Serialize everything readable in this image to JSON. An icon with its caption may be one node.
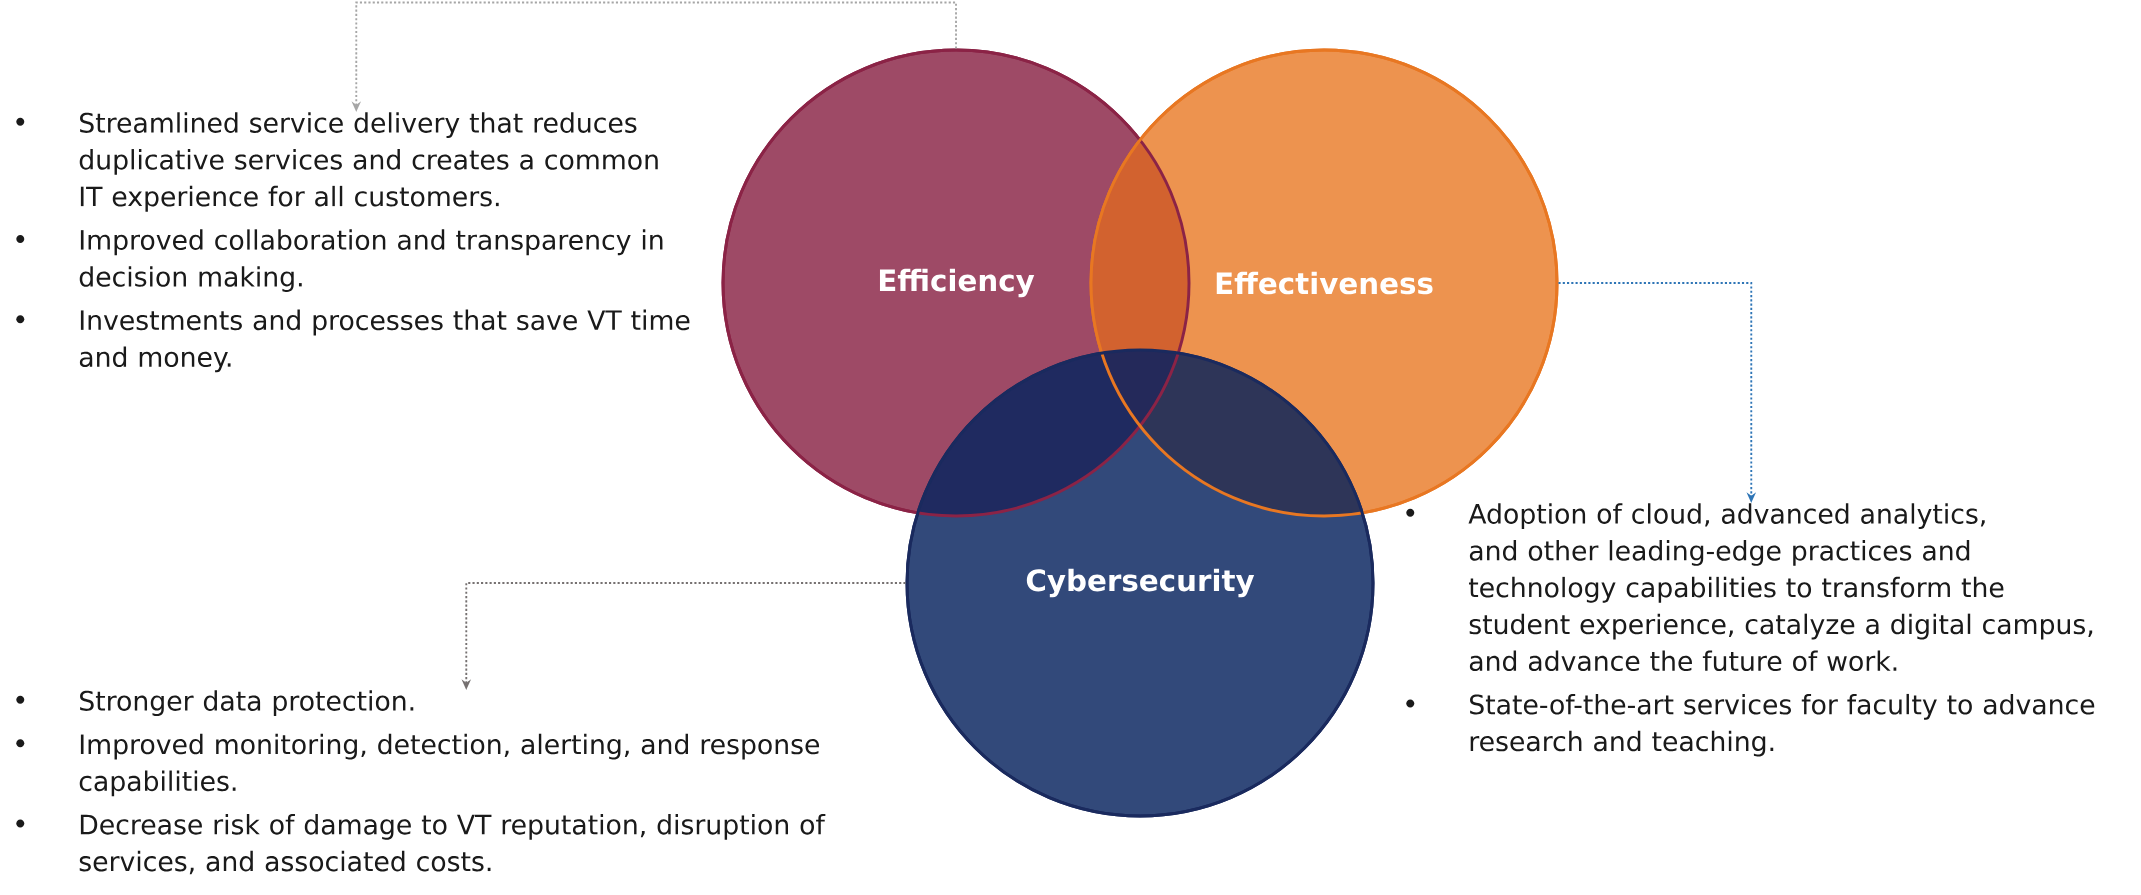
{
  "diagram": {
    "nodes": [
      {
        "text": [
          "Efficiency"
        ]
      },
      {
        "text": [
          "Effectiveness"
        ]
      },
      {
        "text": [
          "Cybersecurity"
        ]
      },
      {
        "text": [
          "Streamlined service delivery that reduces duplicative services and creates a common IT experience for all customers.",
          "Improved collaboration and transparency in decision making.",
          "Investments and processes that save VT time and money."
        ]
      },
      {
        "text": [
          "Adoption of cloud, advanced analytics, and other leading-edge practices and technology capabilities to transform the student experience, catalyze a digital campus, and advance the future of work.",
          "State-of-the-art services for faculty to advance research and teaching."
        ]
      },
      {
        "text": [
          "Stronger data protection.",
          "Improved monitoring, detection, alerting, and response capabilities.",
          "Decrease risk of damage to VT reputation, disruption of services, and associated costs."
        ]
      }
    ],
    "edges": [
      {
        "from": 0,
        "to": 3,
        "arrow": "to",
        "style": "dashed",
        "color": "#a6a6a6"
      },
      {
        "from": 1,
        "to": 4,
        "arrow": "to",
        "style": "dashed",
        "color": "#2e75b6"
      },
      {
        "from": 2,
        "to": 5,
        "arrow": "to",
        "style": "dashed",
        "color": "#767171"
      }
    ]
  }
}
